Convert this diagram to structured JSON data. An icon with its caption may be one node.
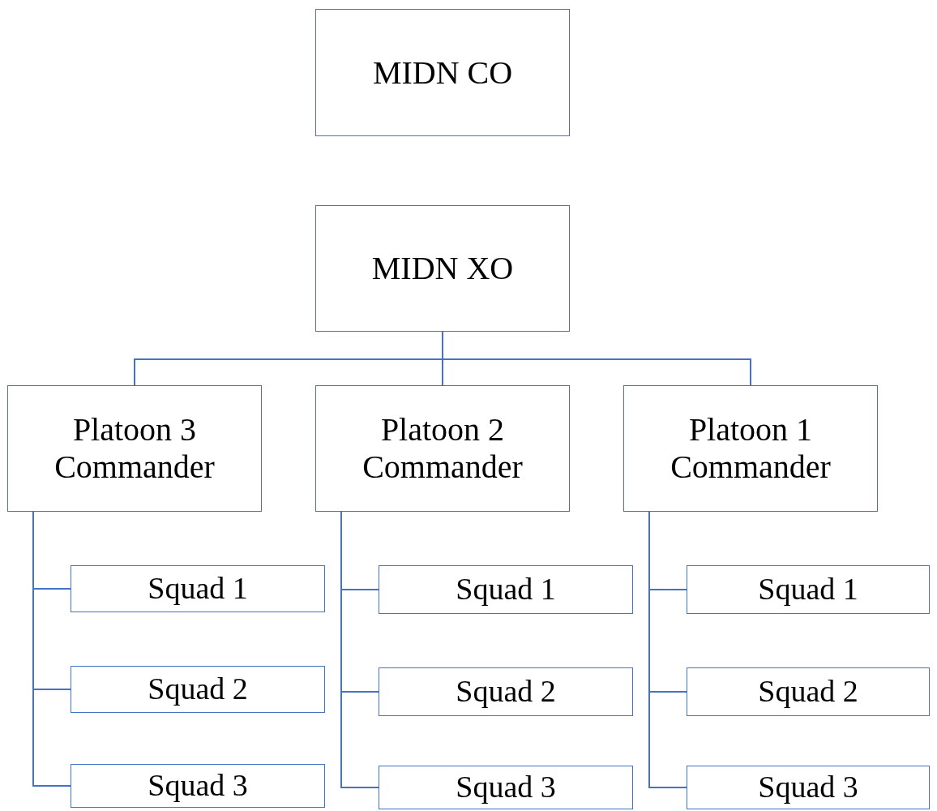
{
  "diagram": {
    "nodes": [
      {
        "text": [
          "MIDN CO"
        ]
      },
      {
        "text": [
          "MIDN XO"
        ]
      },
      {
        "text": [
          "Platoon 3 Commander"
        ]
      },
      {
        "text": [
          "Platoon 2 Commander"
        ]
      },
      {
        "text": [
          "Platoon 1 Commander"
        ]
      },
      {
        "text": [
          "Squad 1"
        ]
      },
      {
        "text": [
          "Squad 2"
        ]
      },
      {
        "text": [
          "Squad 3"
        ]
      },
      {
        "text": [
          "Squad 1"
        ]
      },
      {
        "text": [
          "Squad 2"
        ]
      },
      {
        "text": [
          "Squad 3"
        ]
      },
      {
        "text": [
          "Squad 1"
        ]
      },
      {
        "text": [
          "Squad 2"
        ]
      },
      {
        "text": [
          "Squad 3"
        ]
      }
    ],
    "edges": [
      {
        "from": 1,
        "to": 2,
        "arrow": "none"
      },
      {
        "from": 1,
        "to": 3,
        "arrow": "none"
      },
      {
        "from": 1,
        "to": 4,
        "arrow": "none"
      },
      {
        "from": 2,
        "to": 5,
        "arrow": "none"
      },
      {
        "from": 2,
        "to": 6,
        "arrow": "none"
      },
      {
        "from": 2,
        "to": 7,
        "arrow": "none"
      },
      {
        "from": 3,
        "to": 8,
        "arrow": "none"
      },
      {
        "from": 3,
        "to": 9,
        "arrow": "none"
      },
      {
        "from": 3,
        "to": 10,
        "arrow": "none"
      },
      {
        "from": 4,
        "to": 11,
        "arrow": "none"
      },
      {
        "from": 4,
        "to": 12,
        "arrow": "none"
      },
      {
        "from": 4,
        "to": 13,
        "arrow": "none"
      }
    ]
  }
}
